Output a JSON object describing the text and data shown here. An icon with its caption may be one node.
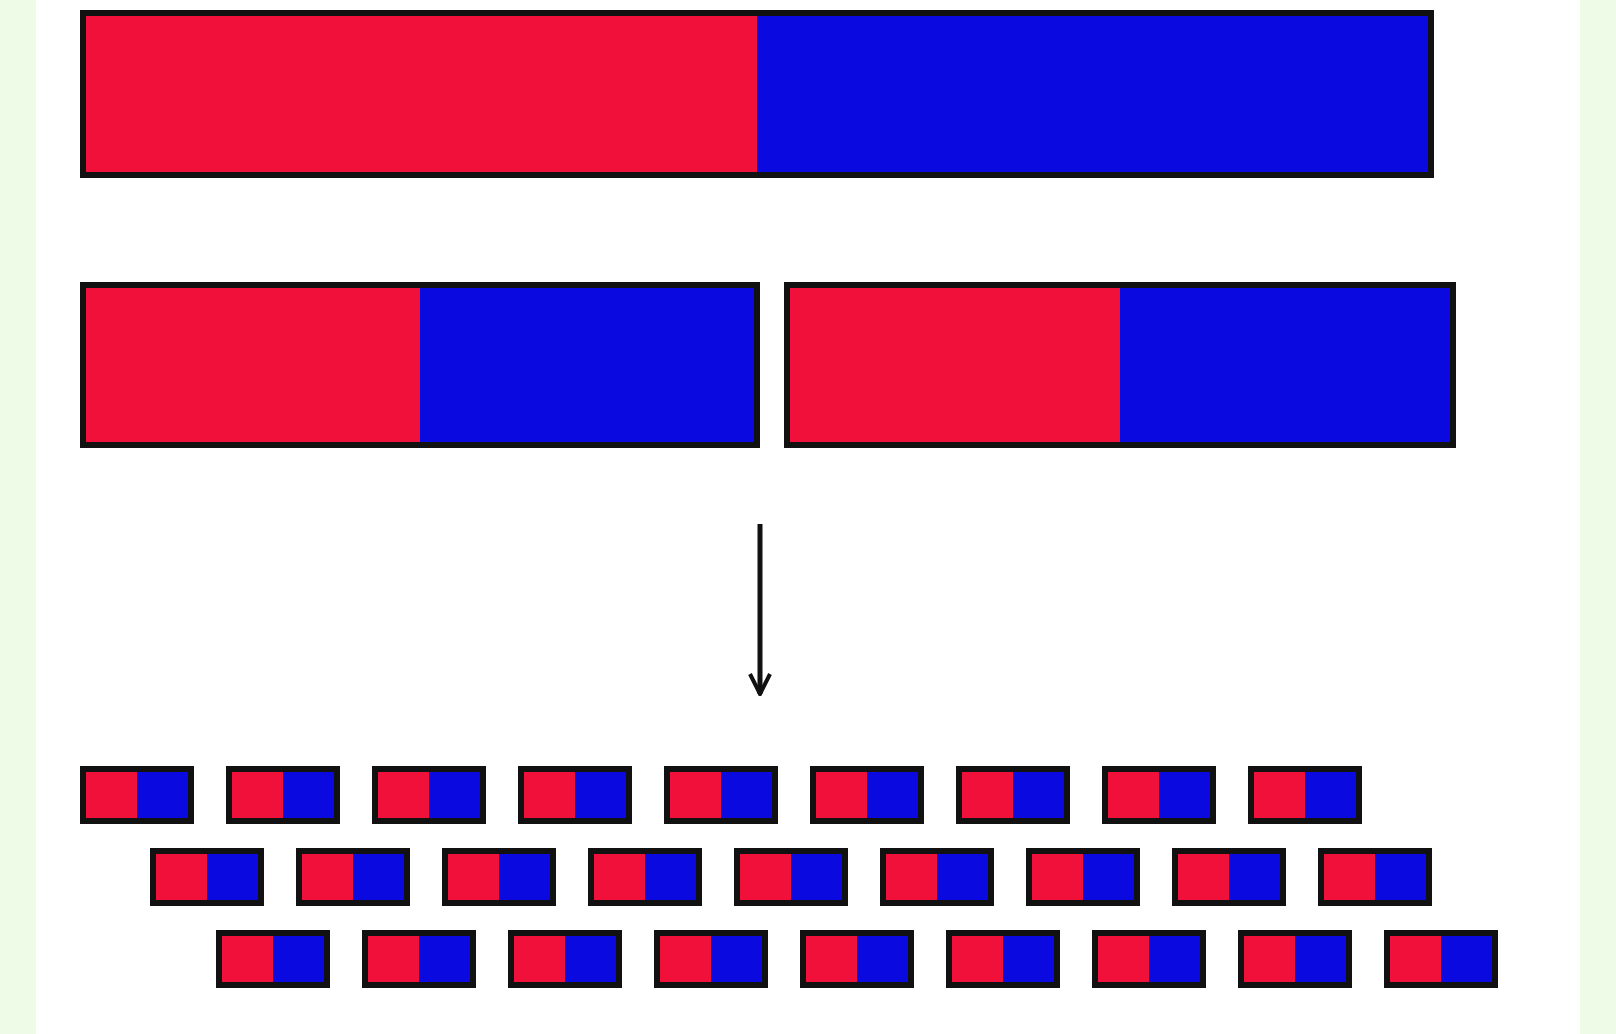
{
  "diagram": {
    "nodes": [
      {
        "text": [],
        "shape": "bar"
      },
      {
        "text": [],
        "shape": "bar"
      },
      {
        "text": [],
        "shape": "bar"
      },
      {
        "text": [],
        "shape": "bar"
      },
      {
        "text": [],
        "shape": "bar"
      },
      {
        "text": [],
        "shape": "bar"
      },
      {
        "text": [],
        "shape": "bar"
      },
      {
        "text": [],
        "shape": "bar"
      },
      {
        "text": [],
        "shape": "bar"
      },
      {
        "text": [],
        "shape": "bar"
      },
      {
        "text": [],
        "shape": "bar"
      },
      {
        "text": [],
        "shape": "bar"
      },
      {
        "text": [],
        "shape": "bar"
      },
      {
        "text": [],
        "shape": "bar"
      },
      {
        "text": [],
        "shape": "bar"
      },
      {
        "text": [],
        "shape": "bar"
      },
      {
        "text": [],
        "shape": "bar"
      },
      {
        "text": [],
        "shape": "bar"
      },
      {
        "text": [],
        "shape": "bar"
      },
      {
        "text": [],
        "shape": "bar"
      },
      {
        "text": [],
        "shape": "bar"
      },
      {
        "text": [],
        "shape": "bar"
      },
      {
        "text": [],
        "shape": "bar"
      },
      {
        "text": [],
        "shape": "bar"
      },
      {
        "text": [],
        "shape": "bar"
      },
      {
        "text": [],
        "shape": "bar"
      },
      {
        "text": [],
        "shape": "bar"
      },
      {
        "text": [],
        "shape": "bar"
      },
      {
        "text": [],
        "shape": "bar"
      },
      {
        "text": [],
        "shape": "bar"
      }
    ],
    "edges": [
      {
        "from": null,
        "to": 7,
        "arrow": "to"
      }
    ]
  }
}
